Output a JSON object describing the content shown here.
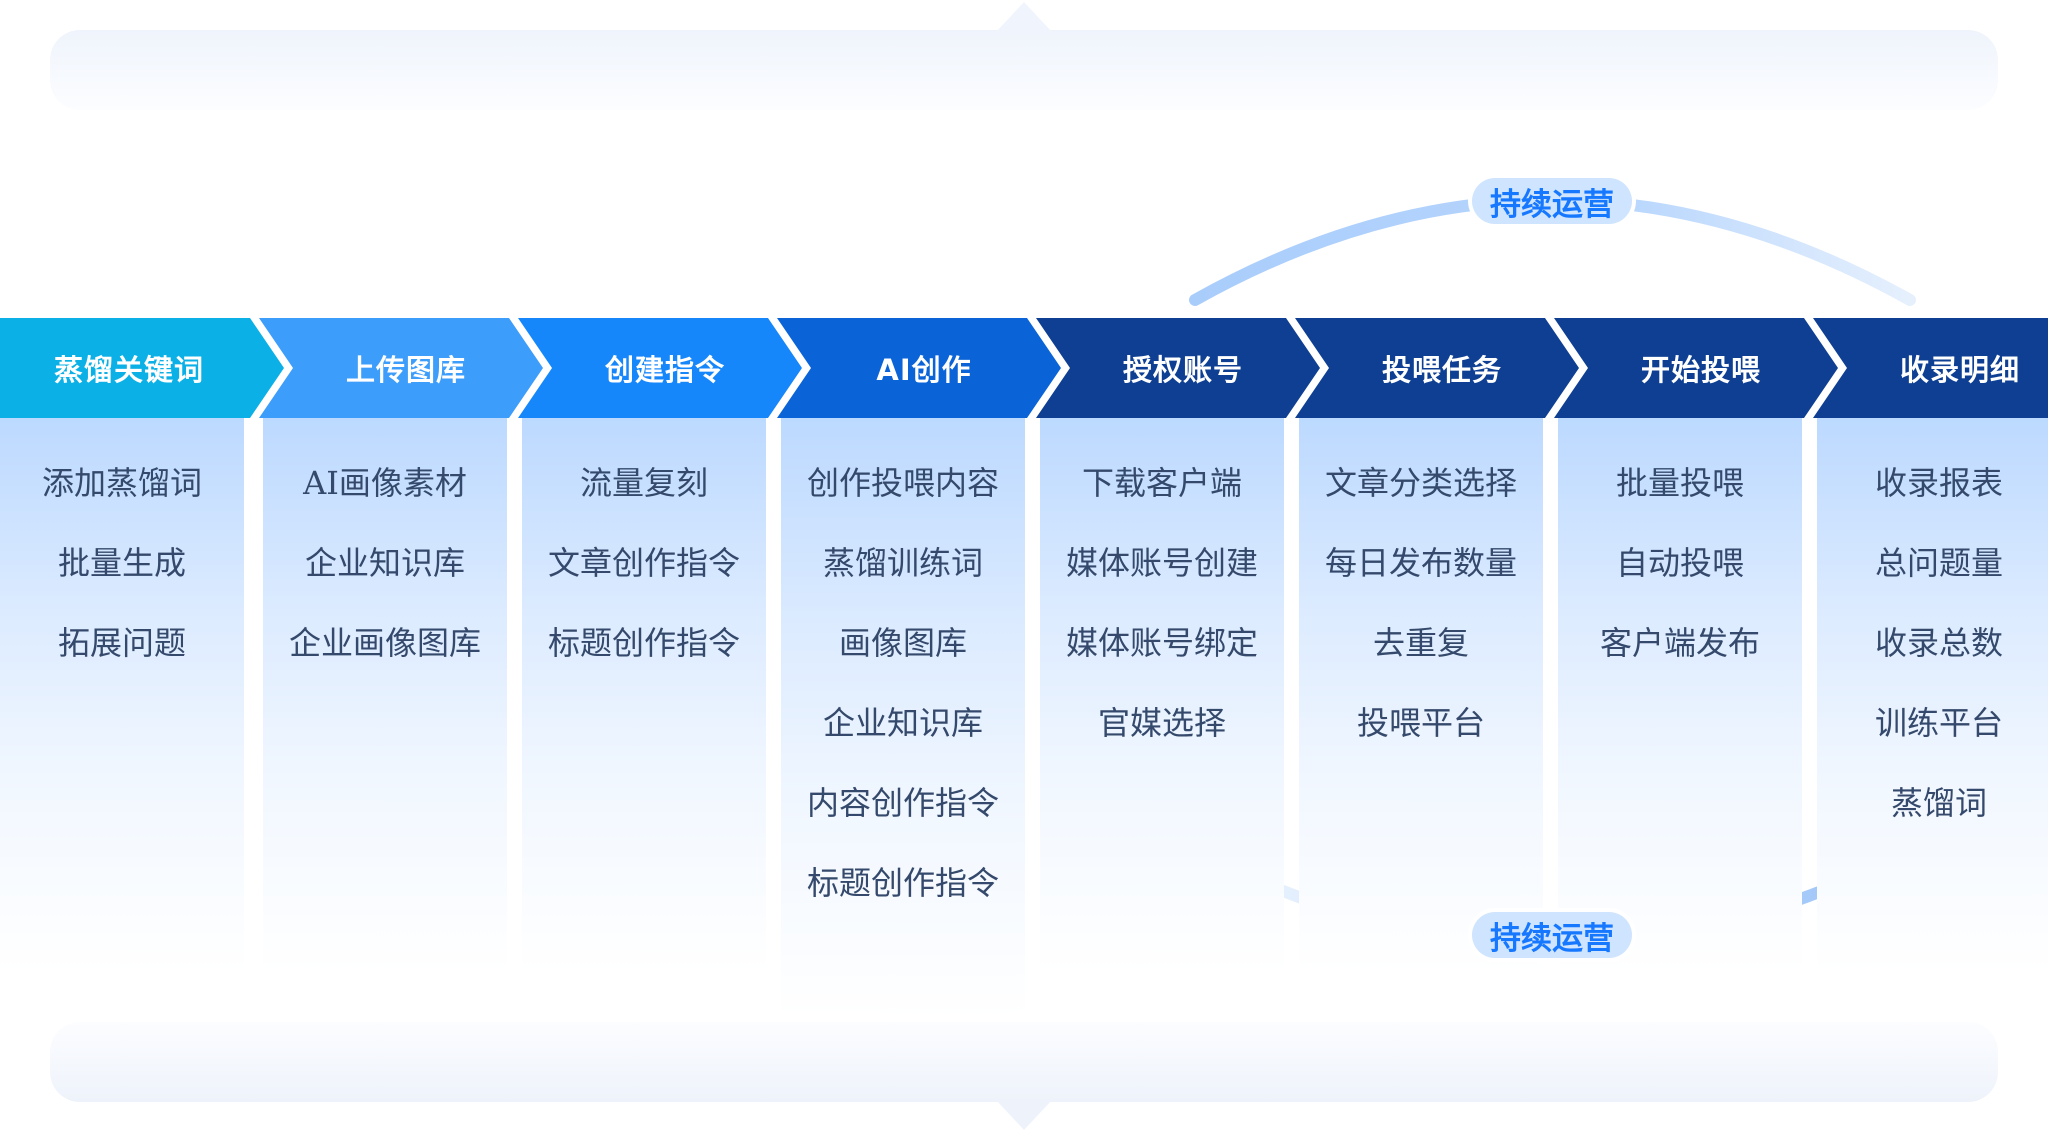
{
  "cycle_label_top": "持续运营",
  "cycle_label_bottom": "持续运营",
  "colors": {
    "stage_heads": [
      "#0bb0e6",
      "#3d9dfb",
      "#1687fb",
      "#0a64d8",
      "#0e3f93",
      "#0e3f93",
      "#0e3f93",
      "#0e3f93"
    ],
    "pill_bg": "#cfe4ff",
    "pill_text": "#1677ff",
    "item_text": "#34496b"
  },
  "stages": [
    {
      "title": "蒸馏关键词",
      "items": [
        "添加蒸馏词",
        "批量生成",
        "拓展问题"
      ]
    },
    {
      "title": "上传图库",
      "items": [
        "AI画像素材",
        "企业知识库",
        "企业画像图库"
      ]
    },
    {
      "title": "创建指令",
      "items": [
        "流量复刻",
        "文章创作指令",
        "标题创作指令"
      ]
    },
    {
      "title": "AI创作",
      "items": [
        "创作投喂内容",
        "蒸馏训练词",
        "画像图库",
        "企业知识库",
        "内容创作指令",
        "标题创作指令"
      ]
    },
    {
      "title": "授权账号",
      "items": [
        "下载客户端",
        "媒体账号创建",
        "媒体账号绑定",
        "官媒选择"
      ]
    },
    {
      "title": "投喂任务",
      "items": [
        "文章分类选择",
        "每日发布数量",
        "去重复",
        "投喂平台"
      ]
    },
    {
      "title": "开始投喂",
      "items": [
        "批量投喂",
        "自动投喂",
        "客户端发布"
      ]
    },
    {
      "title": "收录明细",
      "items": [
        "收录报表",
        "总问题量",
        "收录总数",
        "训练平台",
        "蒸馏词"
      ]
    }
  ]
}
